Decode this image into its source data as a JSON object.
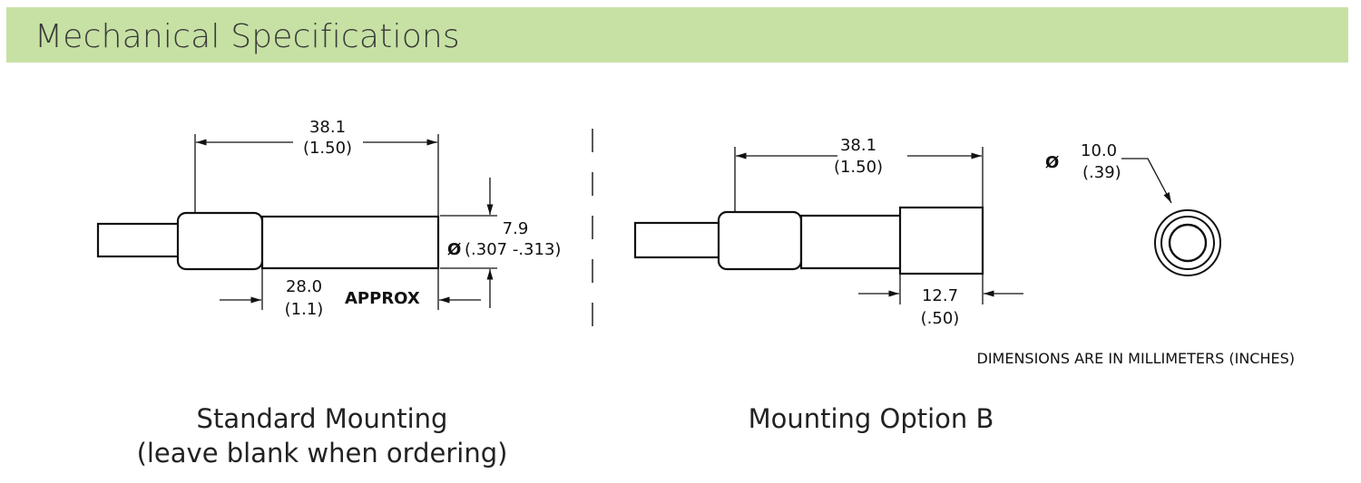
{
  "header": {
    "title": "Mechanical Specifications"
  },
  "standard": {
    "length_mm": "38.1",
    "length_in": "(1.50)",
    "diameter_mm": "7.9",
    "diameter_in": "(.307 -.313)",
    "diameter_symbol": "Ø",
    "body_mm": "28.0",
    "body_in": "(1.1)",
    "approx_label": "APPROX",
    "caption_line1": "Standard Mounting",
    "caption_line2": "(leave blank when ordering)"
  },
  "option_b": {
    "length_mm": "38.1",
    "length_in": "(1.50)",
    "collar_mm": "12.7",
    "collar_in": "(.50)",
    "end_diameter_symbol": "Ø",
    "end_diameter_mm": "10.0",
    "end_diameter_in": "(.39)",
    "units_note": "DIMENSIONS ARE IN MILLIMETERS (INCHES)",
    "caption": "Mounting Option B"
  }
}
